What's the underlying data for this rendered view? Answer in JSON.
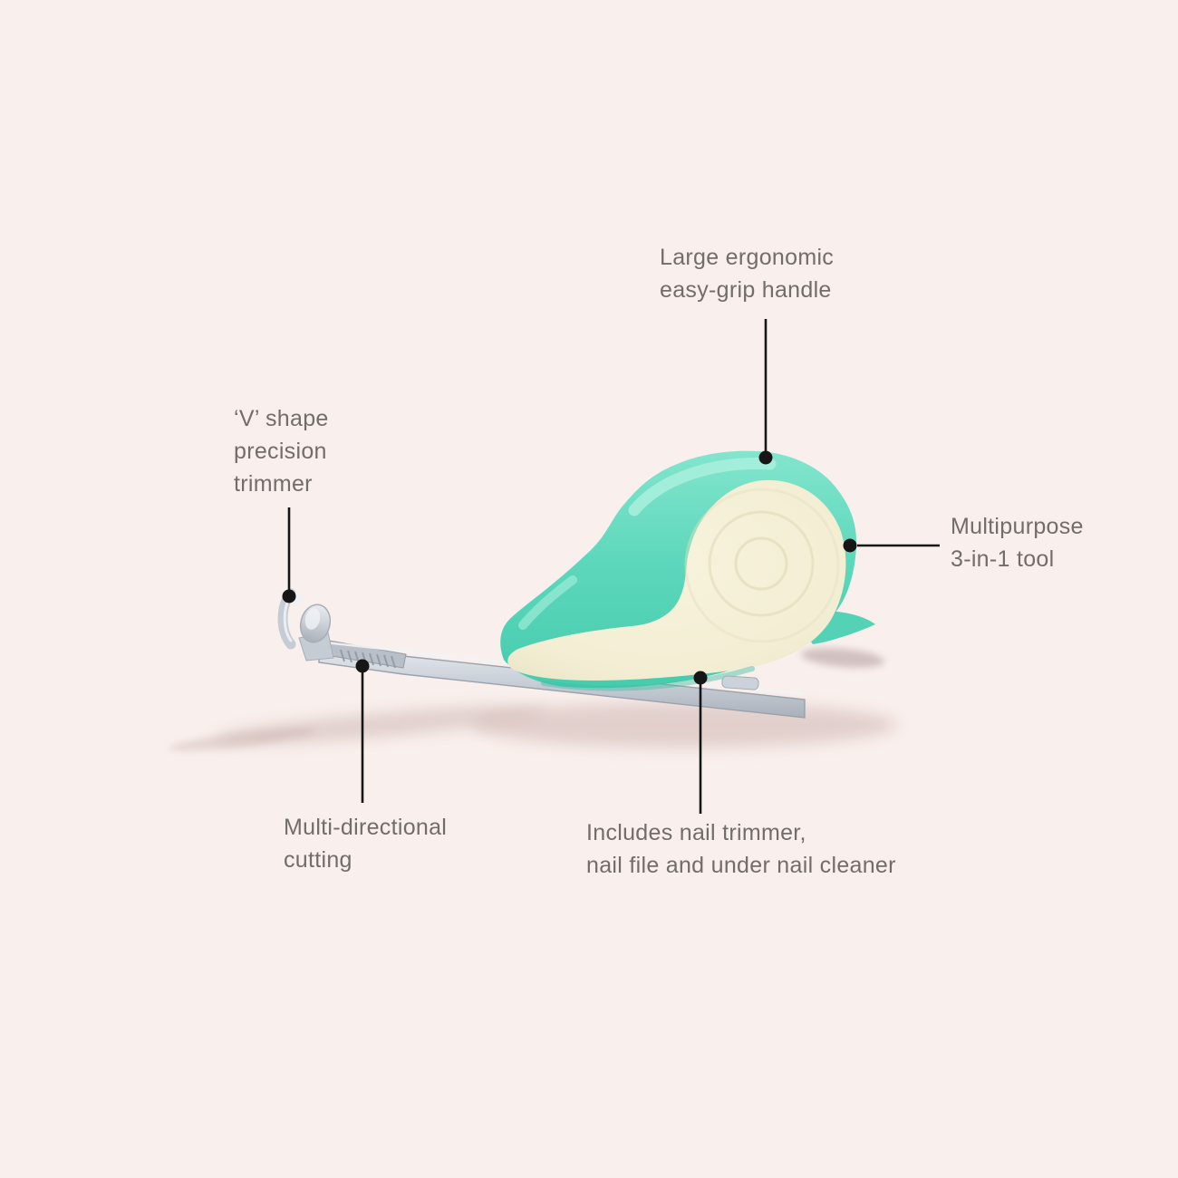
{
  "canvas": {
    "background": "#f9efec"
  },
  "palette": {
    "body_teal": "#5ed8bc",
    "body_teal_dark": "#3fc3a8",
    "body_teal_highlight": "#a9f0dd",
    "shell_cream": "#f4f0d6",
    "shell_groove": "#e6e0c2",
    "steel": "#ccd2da",
    "steel_dark": "#9aa1ab",
    "shadow": "#d6bfbb",
    "label_text": "#716d6b",
    "callout_line": "#161616"
  },
  "product_illustration": {
    "description": "Snail-shaped baby nail trimmer: teal body, cream spiral shell face, steel arm with V-shaped blade tip"
  },
  "callouts": [
    {
      "id": "easy-grip-handle",
      "label": "Large ergonomic\neasy-grip handle"
    },
    {
      "id": "v-shape-trimmer",
      "label": "‘V’ shape\nprecision\ntrimmer"
    },
    {
      "id": "multipurpose-tool",
      "label": "Multipurpose\n3-in-1 tool"
    },
    {
      "id": "multi-directional-cutting",
      "label": "Multi-directional\ncutting"
    },
    {
      "id": "included-tools",
      "label": "Includes nail trimmer,\nnail file and under nail cleaner"
    }
  ]
}
